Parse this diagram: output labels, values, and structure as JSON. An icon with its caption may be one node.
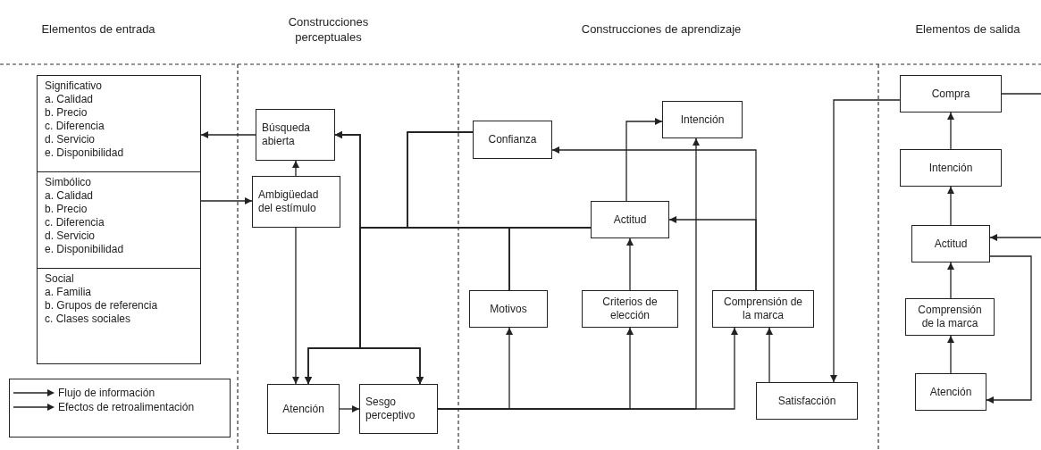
{
  "diagram": {
    "nodes": [
      {
        "text": [
          "Significativo",
          "a. Calidad",
          "b. Precio",
          "c. Diferencia",
          "d. Servicio",
          "e. Disponibilidad"
        ]
      },
      {
        "text": [
          "Simbólico",
          "a. Calidad",
          "b. Precio",
          "c. Diferencia",
          "d. Servicio",
          "e. Disponibilidad"
        ]
      },
      {
        "text": [
          "Social",
          "a. Familia",
          "b. Grupos de referencia",
          "c. Clases sociales"
        ]
      },
      {
        "text": [
          "Búsqueda abierta"
        ]
      },
      {
        "text": [
          "Ambigüedad del estímulo"
        ]
      },
      {
        "text": [
          "Atención"
        ]
      },
      {
        "text": [
          "Sesgo perceptivo"
        ]
      },
      {
        "text": [
          "Confianza"
        ]
      },
      {
        "text": [
          "Intención"
        ]
      },
      {
        "text": [
          "Actitud"
        ]
      },
      {
        "text": [
          "Motivos"
        ]
      },
      {
        "text": [
          "Criterios de elección"
        ]
      },
      {
        "text": [
          "Comprensión de la marca"
        ]
      },
      {
        "text": [
          "Satisfacción"
        ]
      },
      {
        "text": [
          "Compra"
        ]
      },
      {
        "text": [
          "Intención"
        ]
      },
      {
        "text": [
          "Actitud"
        ]
      },
      {
        "text": [
          "Comprensión de la marca"
        ]
      },
      {
        "text": [
          "Atención"
        ]
      }
    ],
    "edges": [
      {
        "from": 3,
        "to": 0,
        "arrow": "to"
      },
      {
        "from": 1,
        "to": 4,
        "arrow": "to"
      },
      {
        "from": 4,
        "to": 3,
        "arrow": "to"
      },
      {
        "from": 4,
        "to": 5,
        "arrow": "to"
      },
      {
        "from": 5,
        "to": 6,
        "arrow": "to"
      },
      {
        "from": 9,
        "to": 3,
        "arrow": "to"
      },
      {
        "from": 9,
        "to": 5,
        "arrow": "to"
      },
      {
        "from": 9,
        "to": 6,
        "arrow": "to"
      },
      {
        "from": 7,
        "to": 3,
        "arrow": "to"
      },
      {
        "from": 7,
        "to": 5,
        "arrow": "to"
      },
      {
        "from": 7,
        "to": 6,
        "arrow": "to"
      },
      {
        "from": 10,
        "to": 3,
        "arrow": "to"
      },
      {
        "from": 10,
        "to": 5,
        "arrow": "to"
      },
      {
        "from": 10,
        "to": 6,
        "arrow": "to"
      },
      {
        "from": 6,
        "to": 10,
        "arrow": "to"
      },
      {
        "from": 6,
        "to": 11,
        "arrow": "to"
      },
      {
        "from": 6,
        "to": 8,
        "arrow": "to"
      },
      {
        "from": 6,
        "to": 12,
        "arrow": "to"
      },
      {
        "from": 11,
        "to": 9,
        "arrow": "to"
      },
      {
        "from": 9,
        "to": 8,
        "arrow": "to"
      },
      {
        "from": 12,
        "to": 9,
        "arrow": "to"
      },
      {
        "from": 12,
        "to": 7,
        "arrow": "to"
      },
      {
        "from": 13,
        "to": 12,
        "arrow": "to"
      },
      {
        "from": 14,
        "to": 13,
        "arrow": "to"
      },
      {
        "from": 15,
        "to": 14,
        "arrow": "to"
      },
      {
        "from": 16,
        "to": 15,
        "arrow": "to"
      },
      {
        "from": 17,
        "to": 16,
        "arrow": "to"
      },
      {
        "from": 18,
        "to": 17,
        "arrow": "to"
      },
      {
        "from": 14,
        "to": null,
        "arrow": "none"
      },
      {
        "from": null,
        "to": 16,
        "arrow": "to"
      },
      {
        "from": 16,
        "to": 18,
        "arrow": "to"
      }
    ],
    "labels": [
      "Elementos de entrada",
      "Construcciones perceptuales",
      "Construcciones de aprendizaje",
      "Elementos de salida"
    ],
    "legend": [
      {
        "text": "Flujo de información"
      },
      {
        "text": "Efectos de retroalimentación"
      }
    ]
  }
}
